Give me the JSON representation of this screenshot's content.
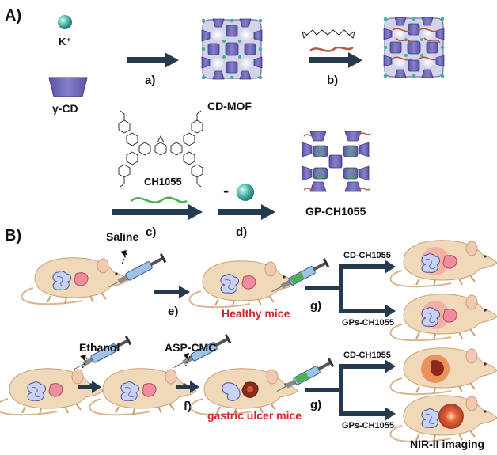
{
  "panel_a": {
    "label": "A)",
    "potassium_label": "K⁺",
    "cyclodextrin_label": "γ-CD",
    "cdmof_label": "CD-MOF",
    "dye_label": "CH1055",
    "product_label": "GP-CH1055",
    "steps": {
      "a": "a)",
      "b": "b)",
      "c": "c)",
      "d": "d)"
    },
    "minus_sign": "-"
  },
  "panel_b": {
    "label": "B)",
    "saline_label": "Saline",
    "ethanol_label": "Ethanol",
    "aspcmc_label": "ASP-CMC",
    "healthy_label": "Healthy mice",
    "ulcer_label": "gastric ulcer mice",
    "cd_label_top": "CD-CH1055",
    "gps_label_top": "GPs-CH1055",
    "cd_label_bottom": "CD-CH1055",
    "gps_label_bottom": "GPs-CH1055",
    "imaging_label": "NIR-II imaging",
    "steps": {
      "e": "e)",
      "f": "f)",
      "g_top": "g)",
      "g_bottom": "g)"
    }
  },
  "colors": {
    "arrow": "#243b4f",
    "cd_purple": "#6f6ab8",
    "teal_sphere": "#4fb9ae",
    "mouse_body": "#f0d9b8",
    "label_red": "#d0262a",
    "polymer_red": "#b8574a",
    "polymer_green": "#4caf50"
  }
}
